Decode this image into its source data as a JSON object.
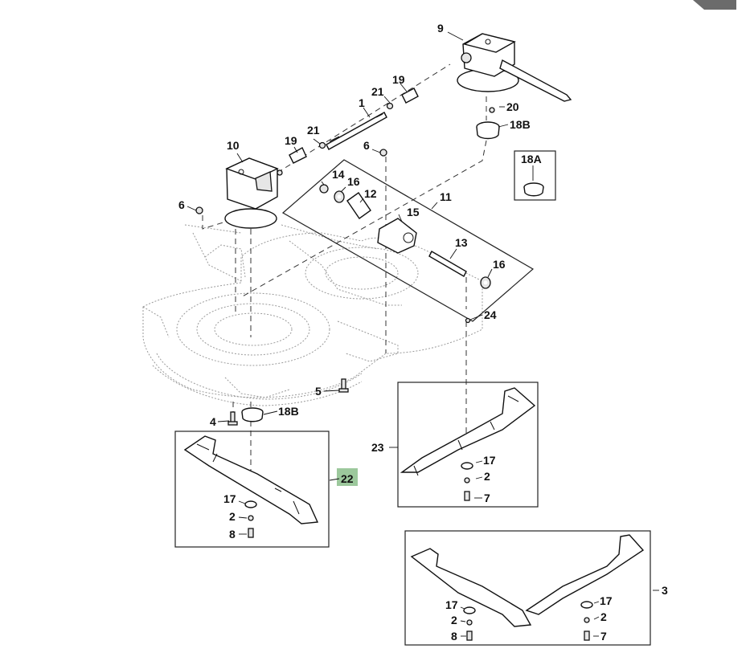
{
  "diagram": {
    "title": "Mower deck exploded parts view",
    "highlight_color": "#9cc89c",
    "callouts": {
      "c1": "1",
      "c2a": "2",
      "c2b": "2",
      "c2c": "2",
      "c2d": "2",
      "c3": "3",
      "c4": "4",
      "c5": "5",
      "c6a": "6",
      "c6b": "6",
      "c7a": "7",
      "c7b": "7",
      "c8a": "8",
      "c8b": "8",
      "c9": "9",
      "c10": "10",
      "c11": "11",
      "c12": "12",
      "c13": "13",
      "c14": "14",
      "c15": "15",
      "c16a": "16",
      "c16b": "16",
      "c17a": "17",
      "c17b": "17",
      "c17c": "17",
      "c17d": "17",
      "c18a": "18A",
      "c18b_top": "18B",
      "c18b_bottom": "18B",
      "c19a": "19",
      "c19b": "19",
      "c20": "20",
      "c21a": "21",
      "c21b": "21",
      "c22": "22",
      "c23": "23",
      "c24": "24"
    },
    "selected_callout": "22",
    "nav_arrow": "next-page-arrow"
  }
}
